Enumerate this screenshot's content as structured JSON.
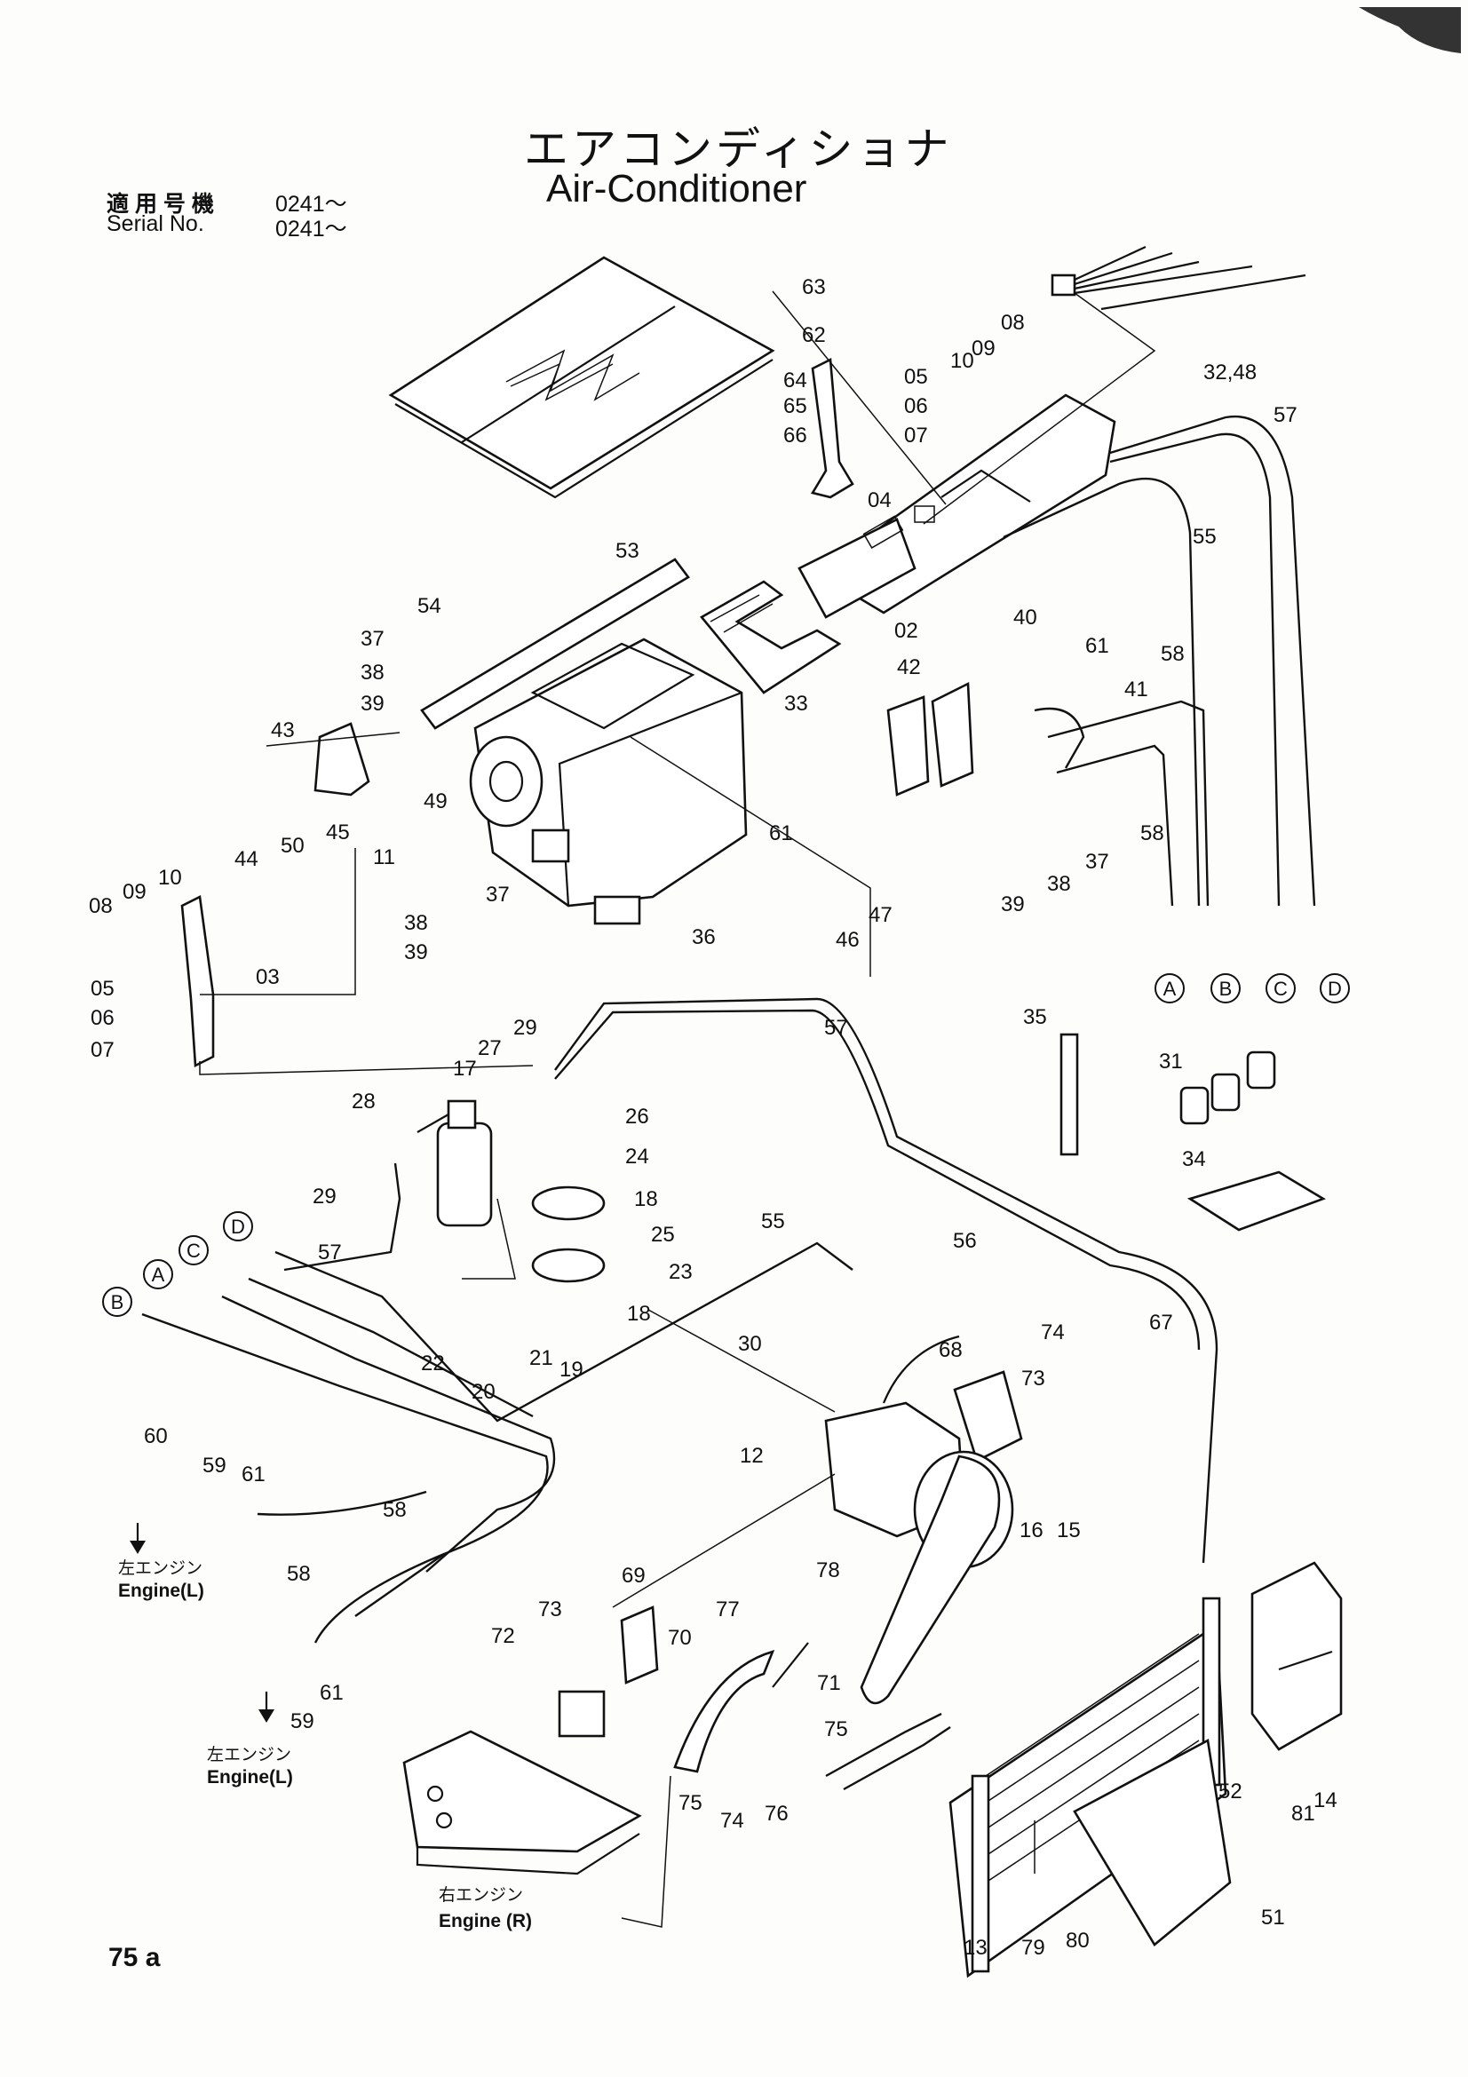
{
  "header": {
    "title_jp": "エアコンディショナ",
    "title_en": "Air-Conditioner",
    "serial_label_jp": "適 用 号 機",
    "serial_value_jp": "0241～",
    "serial_label_en": "Serial  No.",
    "serial_value_en": "0241～"
  },
  "footer": {
    "page_number": "75 a"
  },
  "connectors": [
    "A",
    "B",
    "C",
    "D"
  ],
  "engine_labels": {
    "left_jp": "左エンジン",
    "left_en": "Engine(L)",
    "right_jp": "右エンジン",
    "right_en": "Engine (R)"
  },
  "part_labels": {
    "p63": "63",
    "p62": "62",
    "p08": "08",
    "p09": "09",
    "p10": "10",
    "p64": "64",
    "p05": "05",
    "p65": "65",
    "p06": "06",
    "p66": "66",
    "p07": "07",
    "p32_48": "32,48",
    "p57": "57",
    "p04": "04",
    "p55": "55",
    "p53": "53",
    "p54": "54",
    "p02": "02",
    "p40": "40",
    "p61": "61",
    "p58": "58",
    "p41": "41",
    "p37": "37",
    "p42": "42",
    "p38": "38",
    "p39": "39",
    "p33": "33",
    "p43": "43",
    "p49": "49",
    "p45": "45",
    "p50": "50",
    "p44": "44",
    "p11": "11",
    "p36": "36",
    "p47": "47",
    "p46": "46",
    "p03": "03",
    "p35": "35",
    "p31": "31",
    "p17": "17",
    "p27": "27",
    "p29": "29",
    "p28": "28",
    "p26": "26",
    "p24": "24",
    "p18": "18",
    "p25": "25",
    "p23": "23",
    "p22": "22",
    "p21": "21",
    "p19": "19",
    "p20": "20",
    "p34": "34",
    "p56": "56",
    "p67": "67",
    "p30": "30",
    "p68": "68",
    "p74": "74",
    "p73": "73",
    "p12": "12",
    "p60": "60",
    "p59": "59",
    "p16": "16",
    "p15": "15",
    "p78": "78",
    "p69": "69",
    "p77": "77",
    "p72": "72",
    "p70": "70",
    "p71": "71",
    "p75": "75",
    "p76": "76",
    "p52": "52",
    "p81": "81",
    "p14": "14",
    "p13": "13",
    "p79": "79",
    "p80": "80",
    "p51": "51"
  }
}
